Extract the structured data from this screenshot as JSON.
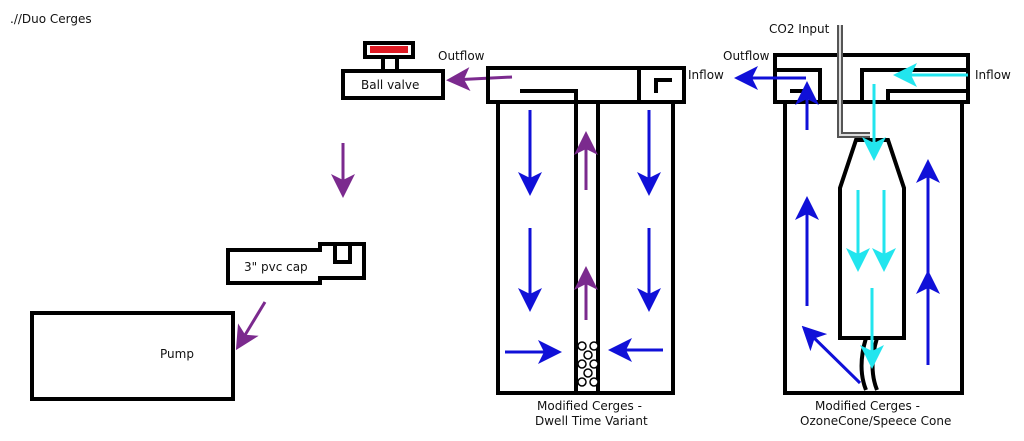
{
  "title": ".//Duo Cerges",
  "labels": {
    "ball_valve": "Ball valve",
    "pvc_cap": "3\" pvc cap",
    "pump": "Pump",
    "outflow_left": "Outflow",
    "outflow_right": "Outflow",
    "inflow_left": "Inflow",
    "inflow_right": "Inflow",
    "co2_input": "CO2 Input",
    "caption_left_line1": "Modified Cerges -",
    "caption_left_line2": "Dwell Time Variant",
    "caption_right_line1": "Modified Cerges -",
    "caption_right_line2": "OzoneCone/Speece Cone"
  },
  "colors": {
    "outline": "#000000",
    "flow_external": "#7b2a8e",
    "flow_water": "#1010d8",
    "flow_gas": "#22e5ee",
    "valve_handle": "#e01b24",
    "co2_pipe": "#555555"
  }
}
